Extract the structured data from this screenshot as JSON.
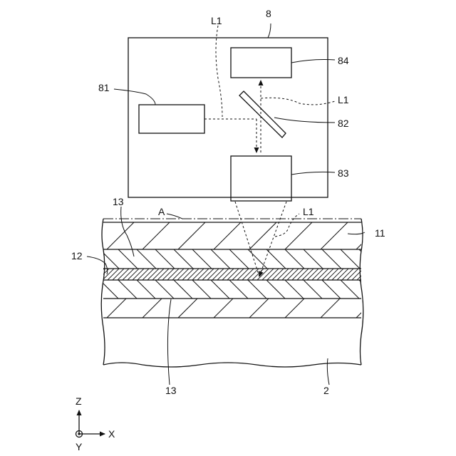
{
  "labels": {
    "unit": "8",
    "light_source": "81",
    "mirror": "82",
    "lens_unit": "83",
    "detector": "84",
    "beam_top": "L1",
    "beam_right": "L1",
    "beam_lower": "L1",
    "axis_A": "A",
    "layer_11": "11",
    "layer_12": "12",
    "layer_13_top": "13",
    "layer_13_bottom": "13",
    "substrate": "2"
  },
  "axes": {
    "z": "Z",
    "x": "X",
    "y": "Y"
  }
}
